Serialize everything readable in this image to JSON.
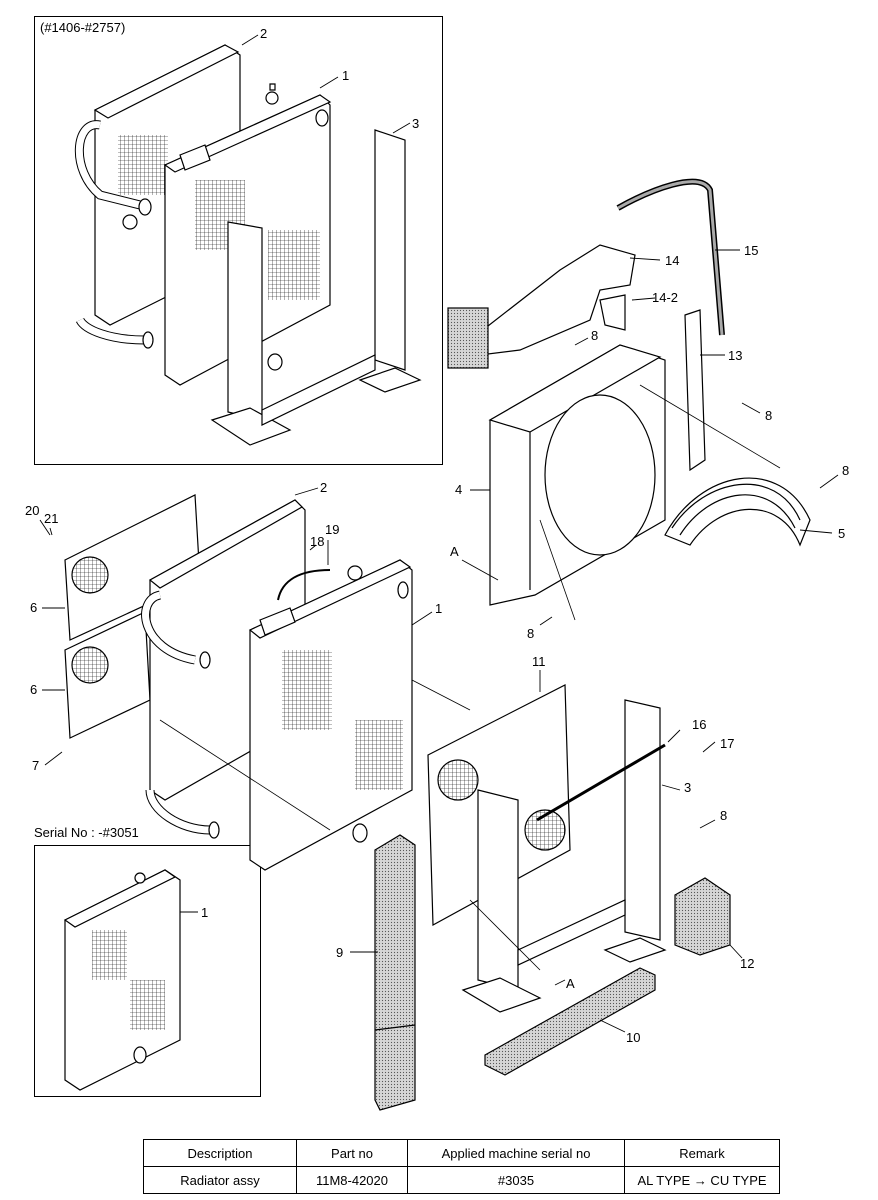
{
  "insets": {
    "top_left_caption": "(#1406-#2757)",
    "bottom_left_caption": "Serial No : -#3051"
  },
  "callouts": [
    "1",
    "2",
    "3",
    "14",
    "14-2",
    "15",
    "13",
    "8",
    "8",
    "8",
    "4",
    "5",
    "A",
    "8",
    "2",
    "1",
    "19",
    "18",
    "20",
    "21",
    "6",
    "6",
    "7",
    "11",
    "16",
    "17",
    "3",
    "8",
    "9",
    "A",
    "12",
    "10",
    "1"
  ],
  "table": {
    "headers": [
      "Description",
      "Part no",
      "Applied machine serial no",
      "Remark"
    ],
    "rows": [
      [
        "Radiator assy",
        "11M8-42020",
        "#3035",
        "AL TYPE → CU TYPE"
      ]
    ]
  }
}
